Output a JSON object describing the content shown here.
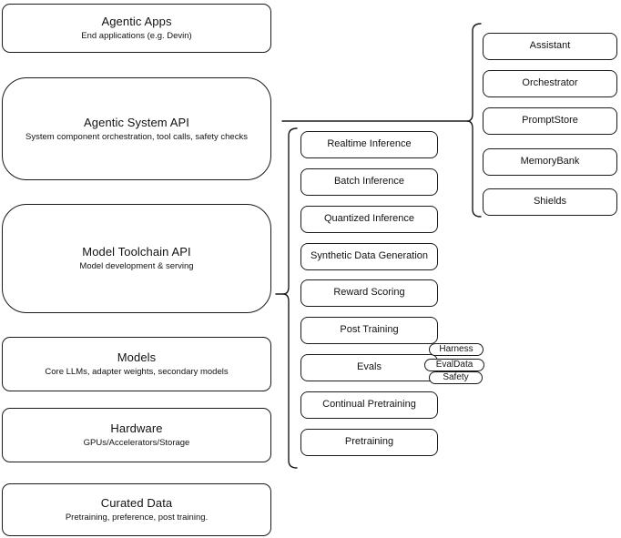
{
  "diagram": {
    "stack": [
      {
        "title": "Agentic Apps",
        "subtitle": "End applications (e.g. Devin)"
      },
      {
        "title": "Agentic System API",
        "subtitle": "System component orchestration, tool calls, safety checks"
      },
      {
        "title": "Model Toolchain API",
        "subtitle": "Model development & serving"
      },
      {
        "title": "Models",
        "subtitle": "Core LLMs, adapter weights, secondary models"
      },
      {
        "title": "Hardware",
        "subtitle": "GPUs/Accelerators/Storage"
      },
      {
        "title": "Curated Data",
        "subtitle": "Pretraining, preference, post training."
      }
    ],
    "toolchain_services": [
      "Realtime Inference",
      "Batch Inference",
      "Quantized Inference",
      "Synthetic Data Generation",
      "Reward Scoring",
      "Post Training",
      "Evals",
      "Continual Pretraining",
      "Pretraining"
    ],
    "eval_tags": [
      "Harness",
      "EvalData",
      "Safety"
    ],
    "agentic_components": [
      "Assistant",
      "Orchestrator",
      "PromptStore",
      "MemoryBank",
      "Shields"
    ],
    "colors": {
      "stroke": "#1a1a1a",
      "node_fill": "#ffffff",
      "background": "#ffffff"
    }
  }
}
